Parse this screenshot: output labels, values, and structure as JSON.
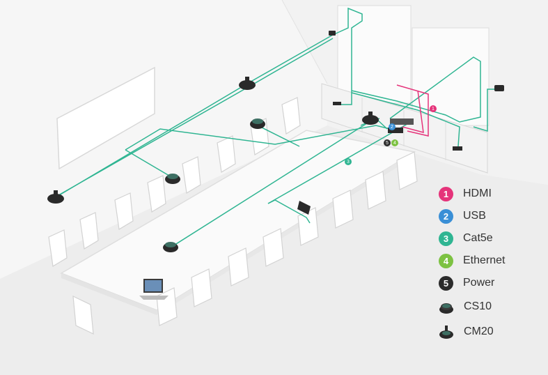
{
  "legend": {
    "items": [
      {
        "number": "1",
        "label": "HDMI",
        "color": "#e5337a"
      },
      {
        "number": "2",
        "label": "USB",
        "color": "#3a8fd6"
      },
      {
        "number": "3",
        "label": "Cat5e",
        "color": "#2fb592"
      },
      {
        "number": "4",
        "label": "Ethernet",
        "color": "#7dc242"
      },
      {
        "number": "5",
        "label": "Power",
        "color": "#2b2b2b"
      }
    ],
    "devices": [
      {
        "icon": "cs10-speaker-icon",
        "label": "CS10"
      },
      {
        "icon": "cm20-microphone-icon",
        "label": "CM20"
      }
    ]
  },
  "cable_markers": {
    "hdmi_marker": "1",
    "usb_marker": "2",
    "cat5e_marker": "3",
    "ethernet_marker": "4",
    "power_marker": "5"
  },
  "colors": {
    "cat5e_line": "#2fb592",
    "hdmi_line": "#e5337a",
    "wall": "#f4f4f4",
    "floor": "#ebebeb",
    "table": "#fafafa",
    "device_dark": "#2a2a2a"
  }
}
